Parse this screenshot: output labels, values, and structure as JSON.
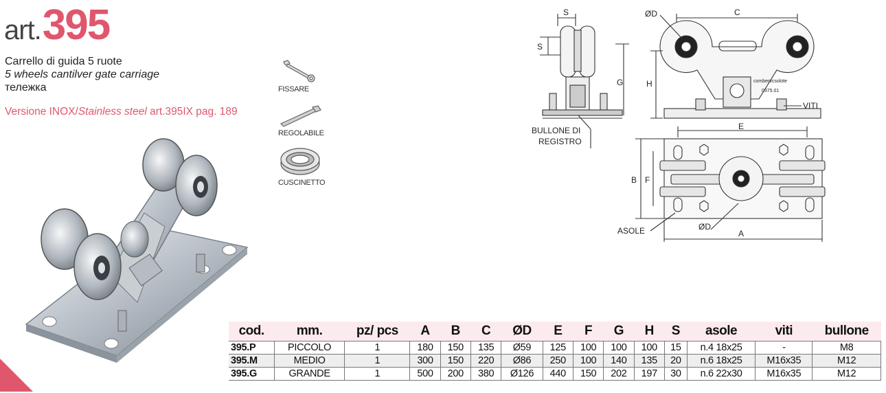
{
  "header": {
    "art_prefix": "art.",
    "art_number": "395",
    "desc_it": "Carrello di guida 5 ruote",
    "desc_en": "5 wheels cantilver gate carriage",
    "desc_ru": "тележка",
    "version_prefix": "Versione INOX/",
    "version_italic": "Stainless steel",
    "version_suffix": " art.395IX pag. 189"
  },
  "tools": [
    {
      "label": "FISSARE",
      "icon": "wrench-icon"
    },
    {
      "label": "REGOLABILE",
      "icon": "allen-key-icon"
    },
    {
      "label": "CUSCINETTO",
      "icon": "bearing-icon"
    }
  ],
  "drawing": {
    "s_top": "S",
    "s_side": "S",
    "g": "G",
    "d_top": "ØD",
    "c": "C",
    "h": "H",
    "viti": "VITI",
    "bullone_1": "BULLONE DI",
    "bullone_2": "REGISTRO",
    "e": "E",
    "b": "B",
    "f": "F",
    "asole": "ASOLE",
    "d_bottom": "ØD",
    "a": "A",
    "brand_1": "combervcsolote",
    "brand_2": "0375.01"
  },
  "table": {
    "headers": [
      "cod.",
      "mm.",
      "pz/ pcs",
      "A",
      "B",
      "C",
      "ØD",
      "E",
      "F",
      "G",
      "H",
      "S",
      "asole",
      "viti",
      "bullone"
    ],
    "rows": [
      [
        "395.P",
        "PICCOLO",
        "1",
        "180",
        "150",
        "135",
        "Ø59",
        "125",
        "100",
        "100",
        "100",
        "15",
        "n.4 18x25",
        "-",
        "M8"
      ],
      [
        "395.M",
        "MEDIO",
        "1",
        "300",
        "150",
        "220",
        "Ø86",
        "250",
        "100",
        "140",
        "135",
        "20",
        "n.6 18x25",
        "M16x35",
        "M12"
      ],
      [
        "395.G",
        "GRANDE",
        "1",
        "500",
        "200",
        "380",
        "Ø126",
        "440",
        "150",
        "202",
        "197",
        "30",
        "n.6 22x30",
        "M16x35",
        "M12"
      ]
    ]
  },
  "colors": {
    "accent": "#e0576d",
    "header_bg": "#fcebee",
    "row_alt": "#eeeeee"
  }
}
